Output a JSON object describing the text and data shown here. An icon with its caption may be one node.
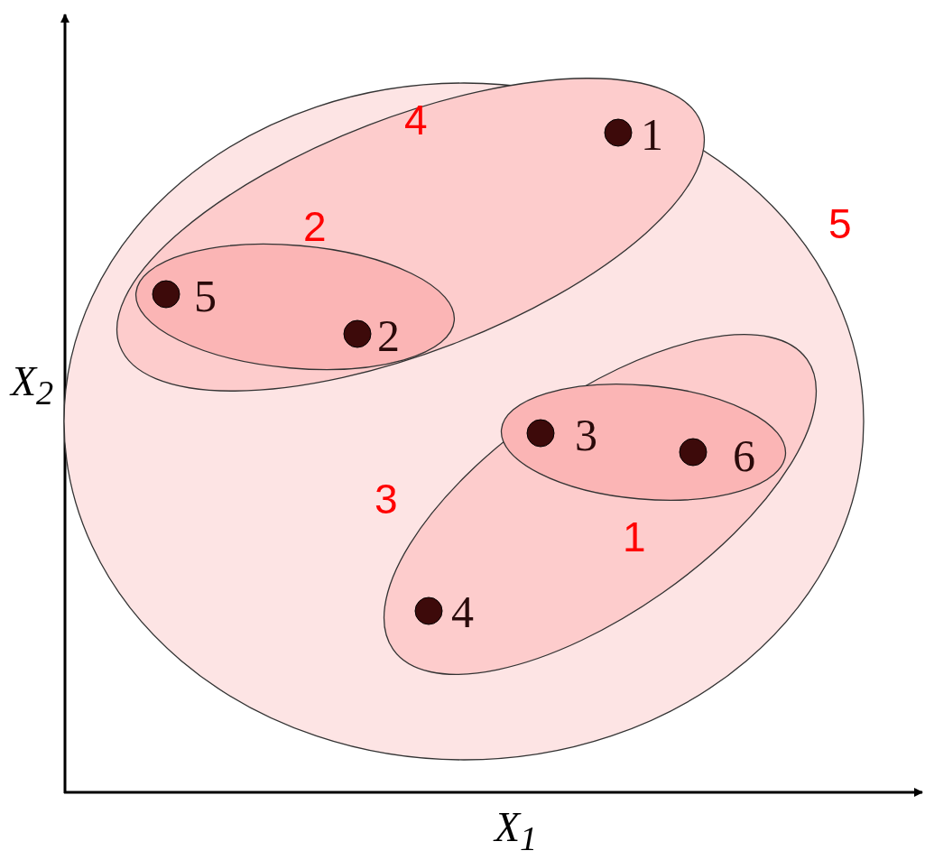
{
  "diagram": {
    "nodes": [
      {
        "text": [
          "5"
        ]
      },
      {
        "text": [
          "4"
        ],
        "in": 0
      },
      {
        "text": [],
        "shape": "circle",
        "beside": [
          "1"
        ],
        "in": 1
      },
      {
        "text": [
          "2"
        ],
        "in": 1
      },
      {
        "text": [],
        "shape": "circle",
        "beside": [
          "5"
        ],
        "in": 3
      },
      {
        "text": [],
        "shape": "circle",
        "beside": [
          "2"
        ],
        "in": 3
      },
      {
        "text": [
          "3"
        ],
        "in": 0
      },
      {
        "text": [
          "1"
        ],
        "in": 6
      },
      {
        "text": [],
        "shape": "circle",
        "beside": [
          "3"
        ],
        "in": 7
      },
      {
        "text": [],
        "shape": "circle",
        "beside": [
          "6"
        ],
        "in": 7
      },
      {
        "text": [],
        "shape": "circle",
        "beside": [
          "4"
        ],
        "in": 6
      }
    ],
    "labels": [
      "X$_{2}$",
      "X$_{1}$"
    ]
  }
}
